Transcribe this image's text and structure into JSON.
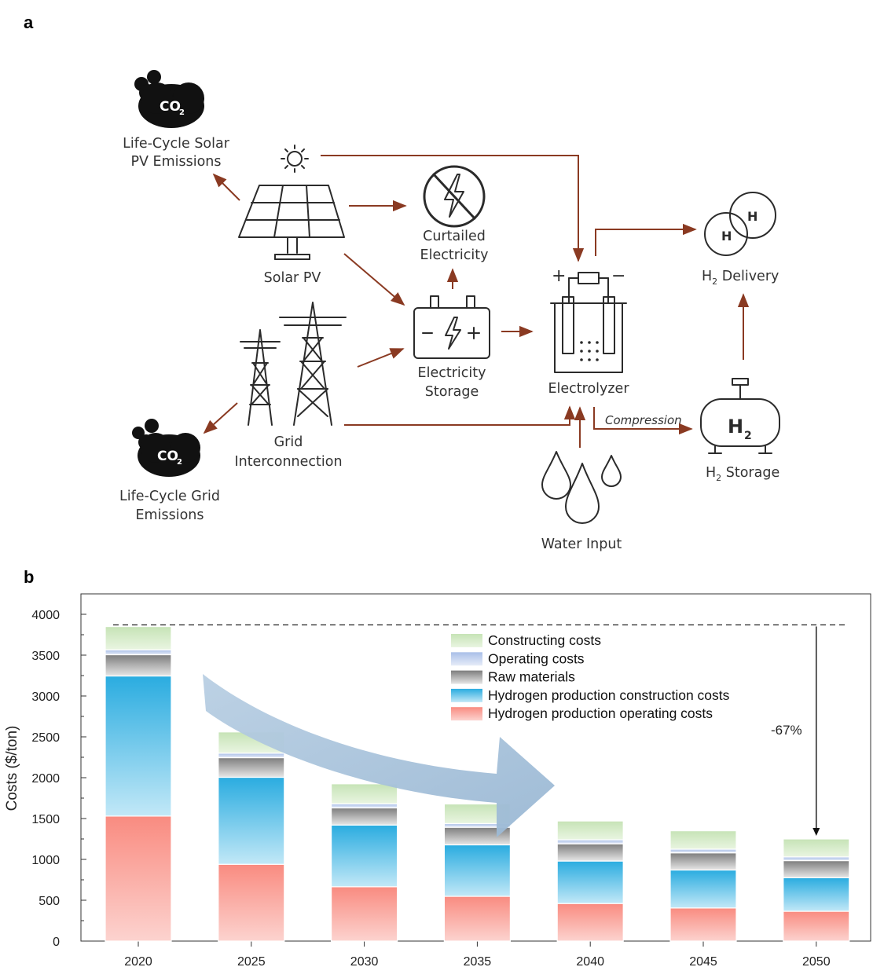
{
  "panel_a": {
    "label": "a",
    "co2_top": "CO",
    "co2_sub": "2",
    "solar_emissions": [
      "Life-Cycle Solar",
      "PV Emissions"
    ],
    "grid_emissions": [
      "Life-Cycle Grid",
      "Emissions"
    ],
    "solar_pv": "Solar PV",
    "curtailed": [
      "Curtailed",
      "Electricity"
    ],
    "storage": [
      "Electricity",
      "Storage"
    ],
    "grid": [
      "Grid",
      "Interconnection"
    ],
    "electrolyzer": "Electrolyzer",
    "water": "Water Input",
    "compression": "Compression",
    "h2_delivery_pre": "H",
    "h2_delivery_sub": "2",
    "h2_delivery_post": " Delivery",
    "h2_storage_pre": "H",
    "h2_storage_sub": "2",
    "h2_storage_post": " Storage",
    "h_letter": "H",
    "tank_label": "H",
    "tank_sub": "2",
    "plus": "+",
    "minus": "−"
  },
  "panel_b": {
    "label": "b"
  },
  "chart_data": {
    "type": "bar",
    "stacked": true,
    "categories": [
      "2020",
      "2025",
      "2030",
      "2035",
      "2040",
      "2045",
      "2050"
    ],
    "series": [
      {
        "name": "Hydrogen production operating costs",
        "values": [
          1530,
          940,
          665,
          548,
          460,
          405,
          365
        ],
        "color_top": "#f98b80",
        "color_bottom": "#fcd3cf"
      },
      {
        "name": "Hydrogen production construction costs",
        "values": [
          1715,
          1065,
          755,
          630,
          520,
          465,
          410
        ],
        "color_top": "#2aace0",
        "color_bottom": "#c2e8f7"
      },
      {
        "name": "Raw materials",
        "values": [
          260,
          240,
          210,
          215,
          210,
          210,
          210
        ],
        "color_top": "#7d7d7d",
        "color_bottom": "#e6e6e6"
      },
      {
        "name": "Operating costs",
        "values": [
          60,
          55,
          50,
          45,
          50,
          45,
          45
        ],
        "color_top": "#a9bfe8",
        "color_bottom": "#e6ecf8"
      },
      {
        "name": "Constructing costs",
        "values": [
          285,
          260,
          245,
          240,
          230,
          225,
          220
        ],
        "color_top": "#c6e3b6",
        "color_bottom": "#e9f5e1"
      }
    ],
    "legend_order": [
      "Constructing costs",
      "Operating costs",
      "Raw materials",
      "Hydrogen production construction costs",
      "Hydrogen production operating costs"
    ],
    "legend_labels": [
      "Constructing costs",
      "Operating costs",
      " Raw materials",
      "Hydrogen production construction costs",
      "Hydrogen production operating costs"
    ],
    "ylabel": "Costs ($/ton)",
    "ylim": [
      0,
      4100
    ],
    "yticks": [
      0,
      500,
      1000,
      1500,
      2000,
      2500,
      3000,
      3500,
      4000
    ],
    "reference_line_value": 3870,
    "annotation": "-67%",
    "legend_position": "top-right",
    "grid": false
  }
}
